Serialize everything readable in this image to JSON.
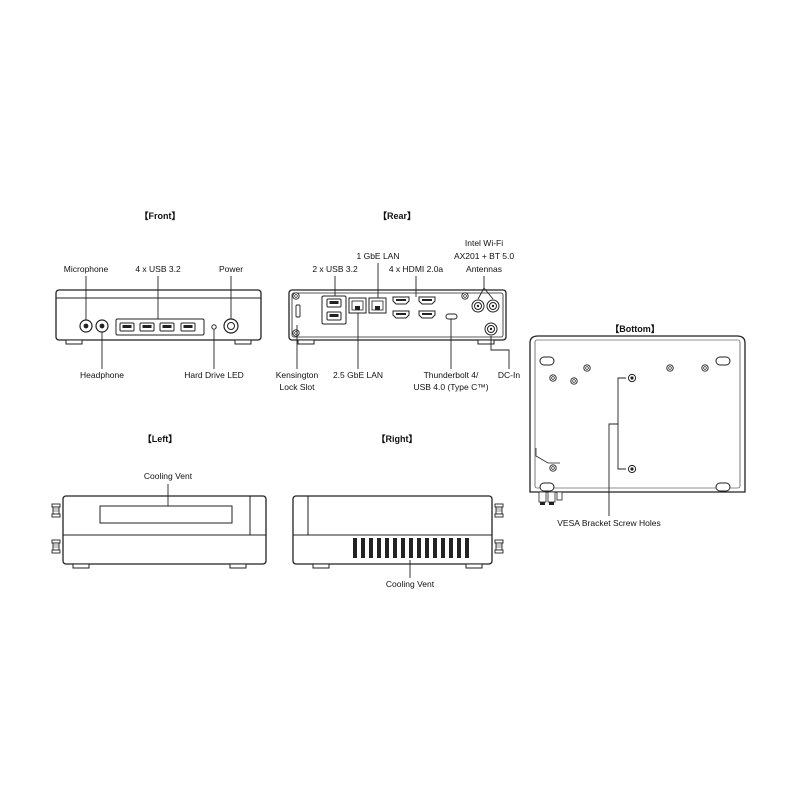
{
  "views": {
    "front": {
      "title": "【Front】",
      "labels": {
        "microphone": "Microphone",
        "usb": "4 x USB 3.2",
        "power": "Power",
        "headphone": "Headphone",
        "hdd_led": "Hard Drive LED"
      }
    },
    "rear": {
      "title": "【Rear】",
      "labels": {
        "usb": "2 x USB 3.2",
        "lan1": "1 GbE LAN",
        "hdmi": "4 x HDMI 2.0a",
        "wifi_1": "Intel Wi-Fi",
        "wifi_2": "AX201 + BT 5.0",
        "wifi_3": "Antennas",
        "kensington_1": "Kensington",
        "kensington_2": "Lock Slot",
        "lan25": "2.5 GbE LAN",
        "tb_1": "Thunderbolt 4/",
        "tb_2": "USB 4.0 (Type C™)",
        "dcin": "DC-In"
      }
    },
    "bottom": {
      "title": "【Bottom】",
      "labels": {
        "vesa": "VESA Bracket Screw Holes"
      }
    },
    "left": {
      "title": "【Left】",
      "labels": {
        "vent": "Cooling Vent"
      }
    },
    "right": {
      "title": "【Right】",
      "labels": {
        "vent": "Cooling Vent"
      }
    }
  },
  "colors": {
    "line": "#222222",
    "fill": "#ffffff",
    "shade": "#d0d0d0"
  }
}
